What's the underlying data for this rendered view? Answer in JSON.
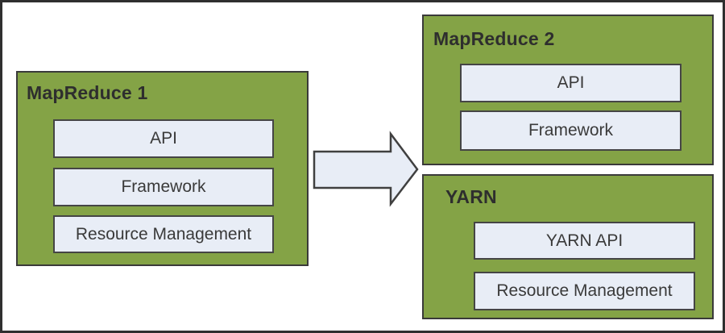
{
  "colors": {
    "container_green": "#84a346",
    "layer_fill": "#e8edf6",
    "layer_border": "#454545",
    "outer_border": "#2f2f2f",
    "text_dark": "#2e2e2e"
  },
  "diagram": {
    "mapreduce1": {
      "title": "MapReduce 1",
      "layers": [
        "API",
        "Framework",
        "Resource Management"
      ]
    },
    "mapreduce2": {
      "title": "MapReduce 2",
      "layers": [
        "API",
        "Framework"
      ]
    },
    "yarn": {
      "title": "YARN",
      "layers": [
        "YARN API",
        "Resource Management"
      ]
    },
    "arrow": "right-arrow"
  }
}
